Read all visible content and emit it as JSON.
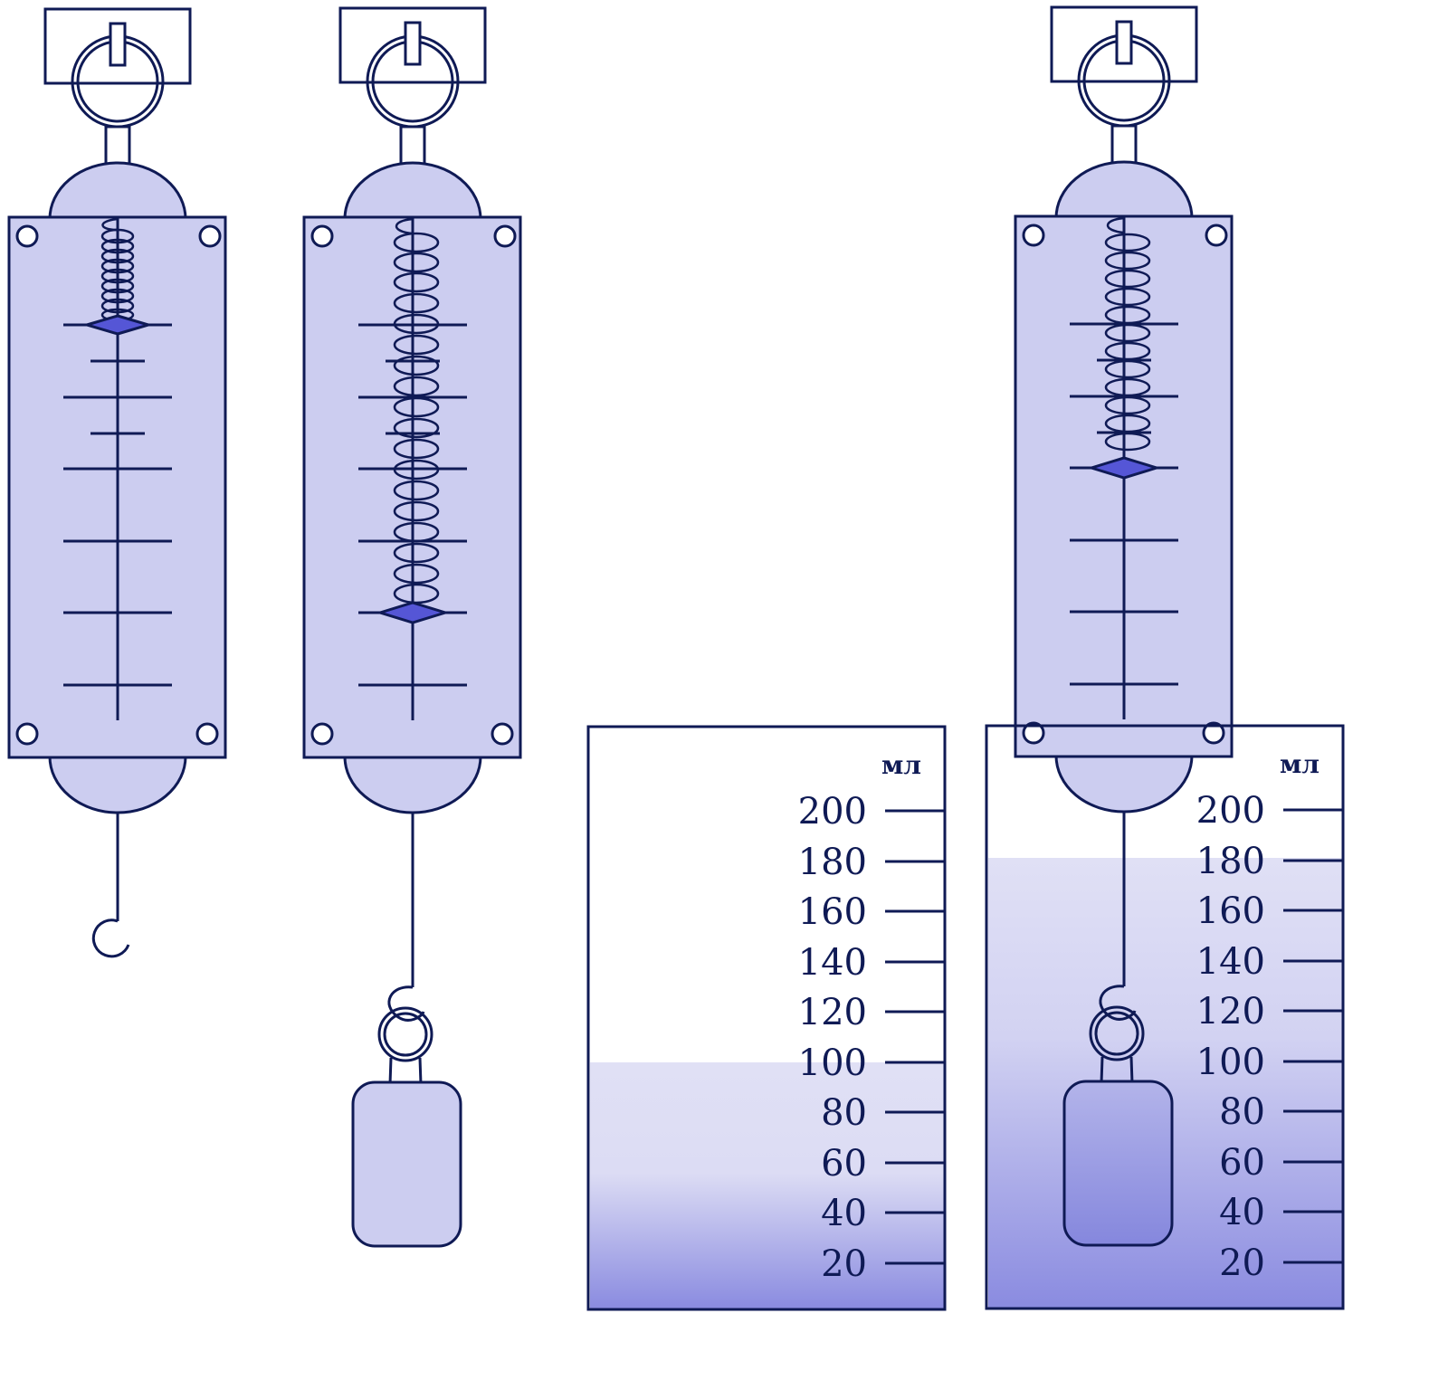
{
  "colors": {
    "stroke": "#0f1a55",
    "body_fill": "#cccdf0",
    "pointer_fill": "#5556d6",
    "weight_fill": "#cccdf0",
    "weight_submerged_fill": "#8d8fe0",
    "water_top": "#e0e0f5",
    "water_bottom": "#8a8be0"
  },
  "icons": [
    "hanger-clip-icon",
    "ring-icon",
    "spring-icon",
    "pointer-icon",
    "hook-icon",
    "weight-icon",
    "beaker-icon"
  ],
  "dynamometers": [
    {
      "name": "empty",
      "reading_divisions": 0,
      "load": "none"
    },
    {
      "name": "with-weight",
      "reading_divisions": 4,
      "load": "weight-in-air"
    },
    {
      "name": "weight-submerged",
      "reading_divisions": 2,
      "load": "weight-in-water"
    }
  ],
  "dynamometer_scale": {
    "major_marks": 6,
    "half_marks_visible_on_empty": 2
  },
  "beakers": [
    {
      "name": "beaker-without-weight",
      "unit": "мл",
      "scale": [
        "200",
        "180",
        "160",
        "140",
        "120",
        "100",
        "80",
        "60",
        "40",
        "20"
      ],
      "water_level_ml": 100
    },
    {
      "name": "beaker-with-weight",
      "unit": "мл",
      "scale": [
        "200",
        "180",
        "160",
        "140",
        "120",
        "100",
        "80",
        "60",
        "40",
        "20"
      ],
      "water_level_ml": 180
    }
  ]
}
